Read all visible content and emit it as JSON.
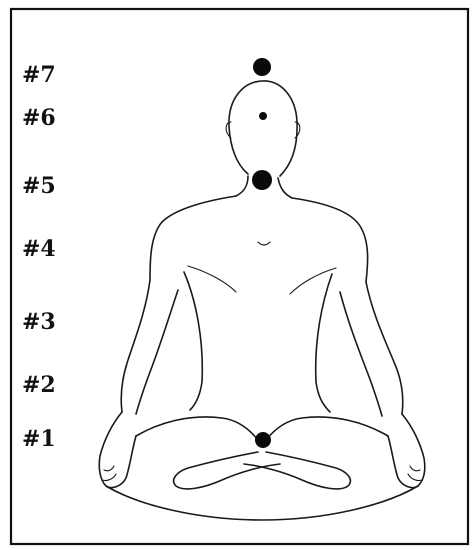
{
  "diagram": {
    "labels": [
      "#7",
      "#6",
      "#5",
      "#4",
      "#3",
      "#2",
      "#1"
    ],
    "colors": {
      "ink": "#111111",
      "paper": "#ffffff"
    }
  }
}
